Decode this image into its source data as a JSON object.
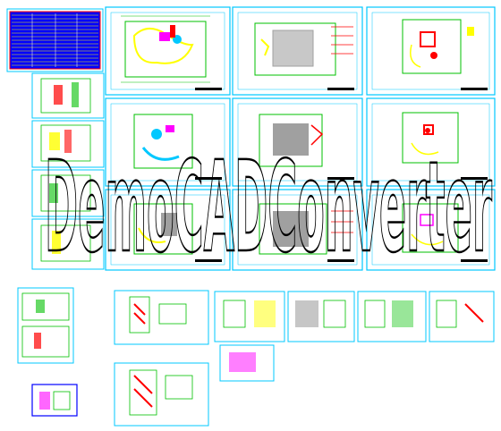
{
  "viewer": {
    "watermark_text": "DemoCADConverter",
    "background_color": "#ffffff",
    "sheet_border_color": "#00c8ff",
    "colors": {
      "green": "#00c000",
      "yellow": "#ffff00",
      "red": "#ff0000",
      "magenta": "#ff00ff",
      "blue": "#0000ff",
      "cyan": "#00c8ff",
      "grey": "#a0a0a0"
    }
  },
  "sheets": [
    {
      "id": "index-table"
    },
    {
      "id": "floor-plan-1"
    },
    {
      "id": "floor-plan-2"
    },
    {
      "id": "floor-plan-3"
    },
    {
      "id": "side-detail-1"
    },
    {
      "id": "floor-plan-4"
    },
    {
      "id": "floor-plan-5"
    },
    {
      "id": "floor-plan-6"
    },
    {
      "id": "side-detail-2"
    },
    {
      "id": "side-detail-3"
    },
    {
      "id": "floor-plan-7"
    },
    {
      "id": "floor-plan-8"
    },
    {
      "id": "floor-plan-9"
    },
    {
      "id": "side-detail-4"
    },
    {
      "id": "small-detail-1"
    },
    {
      "id": "elevation-1"
    },
    {
      "id": "elevation-2"
    },
    {
      "id": "elevation-3"
    },
    {
      "id": "elevation-4"
    },
    {
      "id": "elevation-5"
    },
    {
      "id": "elevation-6"
    },
    {
      "id": "elevation-7"
    },
    {
      "id": "tiny-thumbnail"
    }
  ]
}
